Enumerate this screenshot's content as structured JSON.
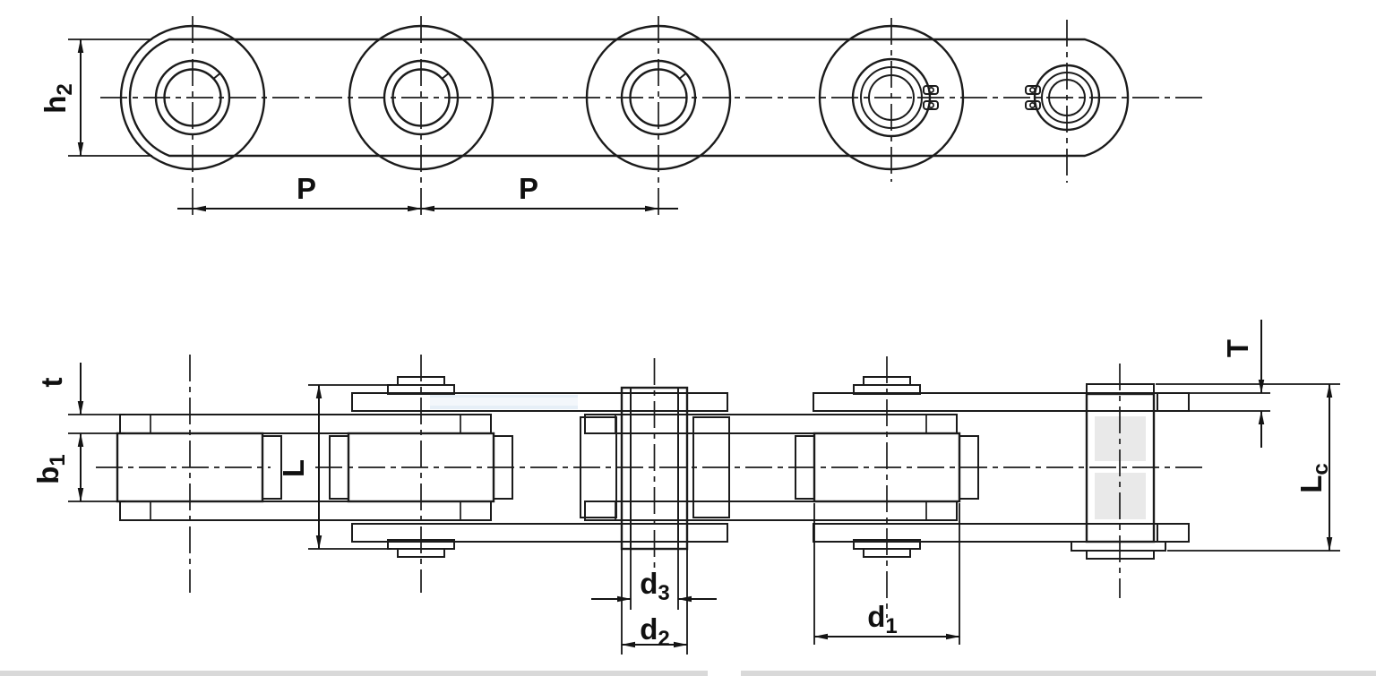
{
  "drawing": {
    "type": "technical-diagram",
    "subject": "roller-chain-two-view-dimension-drawing",
    "colors": {
      "background": "#ffffff",
      "line": "#1b1b1b",
      "plate_fill_light": "#ededed",
      "roller_fill": "#ececec",
      "pin_fill": "#f2f2f2",
      "pin_core_fill": "#e7e7e7",
      "highlight": "#ffffff",
      "blue_tint": "#d9e7f3",
      "footer_strip": "#d9d9d9"
    },
    "labels": {
      "h2": {
        "base": "h",
        "sub": "2"
      },
      "pitch1": "P",
      "pitch2": "P",
      "t": "t",
      "b1": {
        "base": "b",
        "sub": "1"
      },
      "L": "L",
      "T": "T",
      "Lc": {
        "base": "L",
        "sub": "c"
      },
      "d1": {
        "base": "d",
        "sub": "1"
      },
      "d2": {
        "base": "d",
        "sub": "2"
      },
      "d3": {
        "base": "d",
        "sub": "3"
      }
    }
  }
}
